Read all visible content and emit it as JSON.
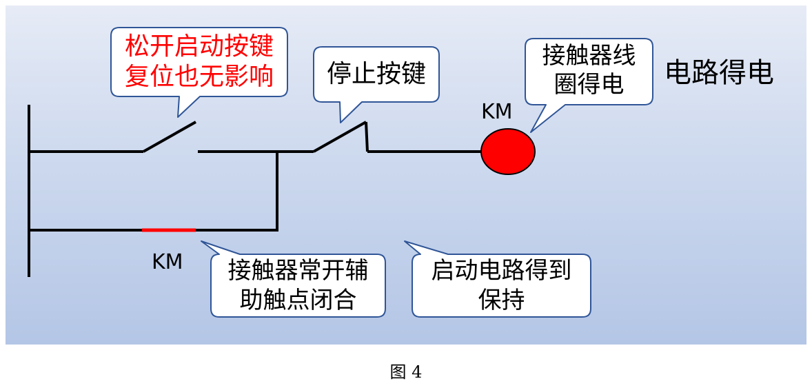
{
  "diagram": {
    "bubbles": {
      "release_start": [
        "松开启动按键",
        "复位也无影响"
      ],
      "stop_button": "停止按键",
      "coil_energized": [
        "接触器线",
        "圈得电"
      ],
      "aux_contact": [
        "接触器常开辅",
        "助触点闭合"
      ],
      "hold": [
        "启动电路得到",
        "保持"
      ]
    },
    "labels": {
      "coil": "KM",
      "aux_contact": "KM",
      "circuit_status": "电路得电"
    },
    "colors": {
      "wire": "#000000",
      "coil_fill": "#ff0000",
      "closed_contact": "#ff0000",
      "warning_text": "#ff0000",
      "bubble_border": "#2f5597"
    }
  },
  "caption": "图 4"
}
